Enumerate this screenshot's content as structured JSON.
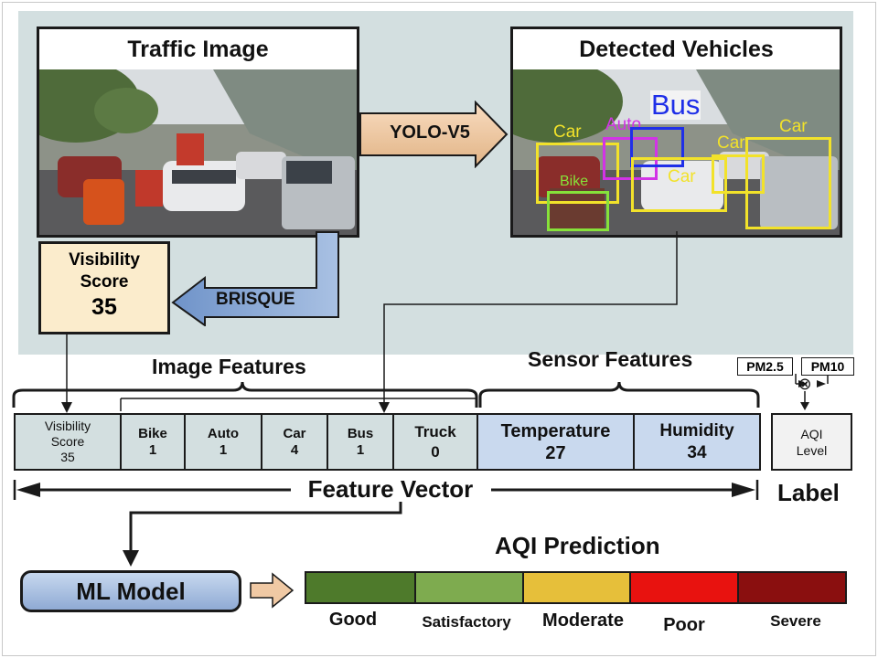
{
  "panels": {
    "traffic_image": {
      "title": "Traffic Image"
    },
    "detected_vehicles": {
      "title": "Detected Vehicles",
      "detections": [
        {
          "label": "Car",
          "color": "#f2e22a"
        },
        {
          "label": "Auto",
          "color": "#d233e6"
        },
        {
          "label": "Bus",
          "color": "#1f2fe8"
        },
        {
          "label": "Car",
          "color": "#f2e22a"
        },
        {
          "label": "Car",
          "color": "#f2e22a"
        },
        {
          "label": "Car",
          "color": "#f2e22a"
        },
        {
          "label": "Bike",
          "color": "#86e23a"
        }
      ]
    }
  },
  "arrows": {
    "yolo": "YOLO-V5",
    "brisque": "BRISQUE"
  },
  "visibility_box": {
    "line1": "Visibility",
    "line2": "Score",
    "value": "35"
  },
  "groups": {
    "image_features": "Image Features",
    "sensor_features": "Sensor Features"
  },
  "pm": {
    "pm25": "PM2.5",
    "pm10": "PM10",
    "operator": "⊗"
  },
  "feature_vector": {
    "cells": [
      {
        "name": "Visibility Score",
        "value": "35"
      },
      {
        "name": "Bike",
        "value": "1"
      },
      {
        "name": "Auto",
        "value": "1"
      },
      {
        "name": "Car",
        "value": "4"
      },
      {
        "name": "Bus",
        "value": "1"
      },
      {
        "name": "Truck",
        "value": "0"
      },
      {
        "name": "Temperature",
        "value": "27"
      },
      {
        "name": "Humidity",
        "value": "34"
      }
    ],
    "label": "Feature Vector"
  },
  "label_cell": {
    "line1": "AQI",
    "line2": "Level",
    "caption": "Label"
  },
  "model": {
    "label": "ML Model"
  },
  "prediction": {
    "title": "AQI Prediction",
    "levels": [
      {
        "label": "Good",
        "color": "#4e7a2b"
      },
      {
        "label": "Satisfactory",
        "color": "#7eab4f"
      },
      {
        "label": "Moderate",
        "color": "#e6bf3a"
      },
      {
        "label": "Poor",
        "color": "#e8120f"
      },
      {
        "label": "Severe",
        "color": "#8a0f0f"
      }
    ]
  }
}
